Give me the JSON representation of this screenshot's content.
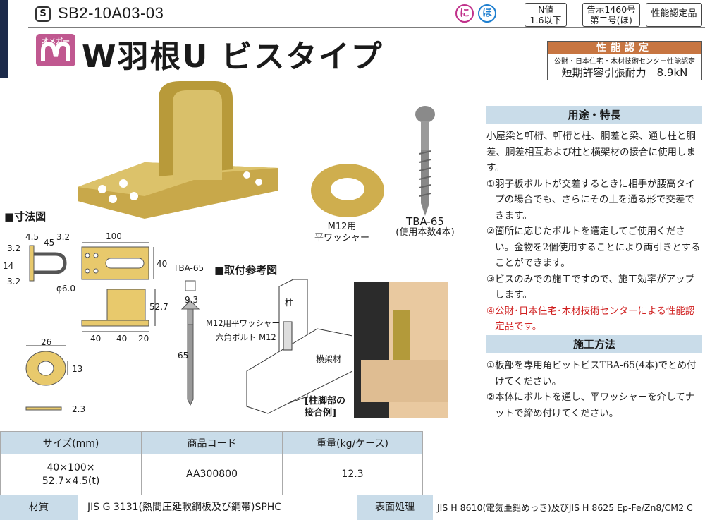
{
  "header": {
    "code": "SB2-10A03-03",
    "s_mark": "S",
    "circle1": "に",
    "circle2": "ほ",
    "n_value": [
      "N値",
      "1.6以下"
    ],
    "notice": [
      "告示1460号",
      "第二号(ほ)"
    ],
    "certified": "性能認定品"
  },
  "product": {
    "brand_badge": "オメガー",
    "title": "W羽根U ビスタイプ"
  },
  "performance": {
    "heading": "性能認定",
    "org": "公財・日本住宅・木材技術センター性能認定",
    "value": "短期許容引張耐力　8.9kN"
  },
  "features": {
    "heading": "用途・特長",
    "intro": "小屋梁と軒桁、軒桁と柱、胴差と梁、通し柱と胴差、胴差相互および柱と横架材の接合に使用します。",
    "items": [
      {
        "n": "①",
        "t": "羽子板ボルトが交差するときに相手が腰高タイプの場合でも、さらにその上を通る形で交差できます。"
      },
      {
        "n": "②",
        "t": "箇所に応じたボルトを選定してご使用ください。金物を2個使用することにより両引きとすることができます。"
      },
      {
        "n": "③",
        "t": "ビスのみでの施工ですので、施工効率がアップします。"
      },
      {
        "n": "④",
        "t": "公財･日本住宅･木材技術センターによる性能認定品です。"
      }
    ]
  },
  "method": {
    "heading": "施工方法",
    "items": [
      {
        "n": "①",
        "t": "板部を専用角ビットビスTBA-65(4本)でとめ付けてください。"
      },
      {
        "n": "②",
        "t": "本体にボルトを通し、平ワッシャーを介してナットで締め付けてください。"
      }
    ]
  },
  "parts": {
    "washer_label": [
      "M12用",
      "平ワッシャー"
    ],
    "screw_label": [
      "TBA-65",
      "(使用本数4本)"
    ]
  },
  "dimensions": {
    "heading": "■寸法図",
    "d45a": "4.5",
    "d45": "45",
    "d32a": "3.2",
    "d100": "100",
    "d32b": "3.2",
    "d14": "14",
    "d32c": "3.2",
    "d40r": "40",
    "d6": "φ6.0",
    "d527": "52.7",
    "d40a": "40",
    "d40b": "40",
    "d20": "20",
    "d26": "26",
    "d13": "13",
    "d23": "2.3",
    "tba": "TBA-65",
    "d93": "9.3",
    "d65": "65"
  },
  "mounting": {
    "heading": "■取付参考図",
    "pillar": "柱",
    "washer": "M12用平ワッシャー",
    "bolt": "六角ボルト M12",
    "beam": "横架材",
    "example": [
      "[柱脚部の",
      "接合例]"
    ]
  },
  "spec": {
    "headers": [
      "サイズ(mm)",
      "商品コード",
      "重量(kg/ケース)"
    ],
    "size": [
      "40×100×",
      "52.7×4.5(t)"
    ],
    "code": "AA300800",
    "weight": "12.3"
  },
  "footer": {
    "material_label": "材質",
    "material": "JIS G 3131(熱間圧延軟鋼板及び鋼帯)SPHC",
    "finish_label": "表面処理",
    "finish": "JIS H 8610(電気亜鉛めっき)及びJIS H 8625 Ep-Fe/Zn8/CM2 C"
  }
}
